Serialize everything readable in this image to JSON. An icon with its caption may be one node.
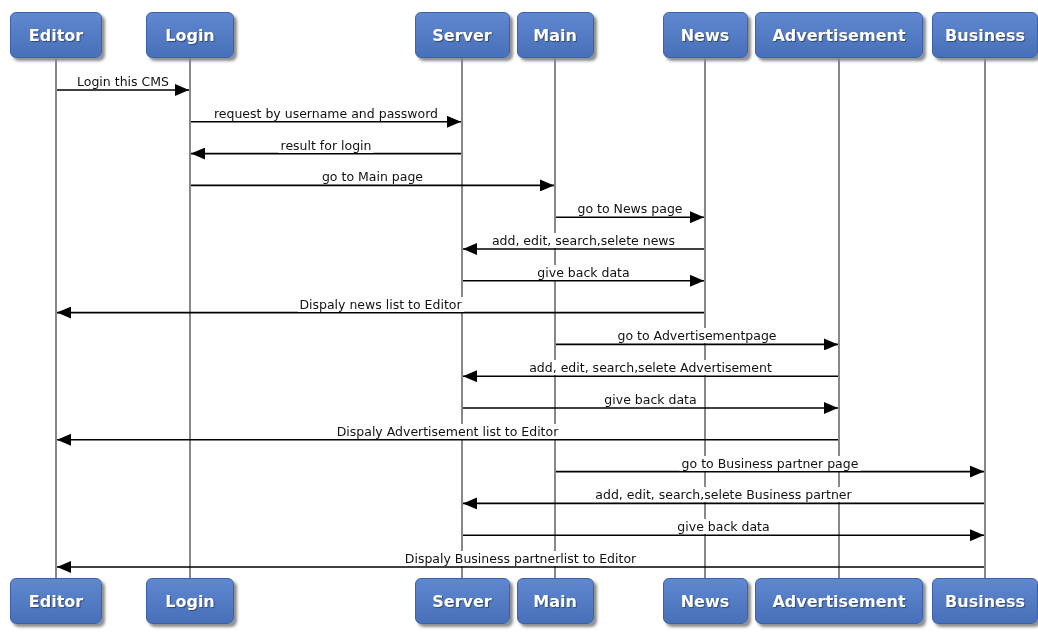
{
  "diagram": {
    "nodes": [
      {
        "text": [
          "Editor"
        ]
      },
      {
        "text": [
          "Login"
        ]
      },
      {
        "text": [
          "Server"
        ]
      },
      {
        "text": [
          "Main"
        ]
      },
      {
        "text": [
          "News"
        ]
      },
      {
        "text": [
          "Advertisement"
        ]
      },
      {
        "text": [
          "Business"
        ]
      },
      {
        "text": [],
        "shape": "bar"
      },
      {
        "text": [],
        "shape": "bar"
      },
      {
        "text": [],
        "shape": "bar"
      },
      {
        "text": [],
        "shape": "bar"
      },
      {
        "text": [],
        "shape": "bar"
      },
      {
        "text": [],
        "shape": "bar"
      },
      {
        "text": [],
        "shape": "bar"
      },
      {
        "text": [
          "Editor"
        ]
      },
      {
        "text": [
          "Login"
        ]
      },
      {
        "text": [
          "Server"
        ]
      },
      {
        "text": [
          "Main"
        ]
      },
      {
        "text": [
          "News"
        ]
      },
      {
        "text": [
          "Advertisement"
        ]
      },
      {
        "text": [
          "Business"
        ]
      }
    ],
    "edges": [
      {
        "from": 7,
        "to": 8,
        "arrow": "to",
        "label": "Login this CMS"
      },
      {
        "from": 8,
        "to": 9,
        "arrow": "to",
        "label": "request by username and password"
      },
      {
        "from": 9,
        "to": 8,
        "arrow": "to",
        "label": "result for login"
      },
      {
        "from": 8,
        "to": 10,
        "arrow": "to",
        "label": "go to Main page"
      },
      {
        "from": 10,
        "to": 11,
        "arrow": "to",
        "label": "go to News page"
      },
      {
        "from": 11,
        "to": 9,
        "arrow": "to",
        "label": "add, edit, search,selete news"
      },
      {
        "from": 9,
        "to": 11,
        "arrow": "to",
        "label": "give back data"
      },
      {
        "from": 11,
        "to": 7,
        "arrow": "to",
        "label": "Dispaly news list to Editor"
      },
      {
        "from": 10,
        "to": 12,
        "arrow": "to",
        "label": "go to Advertisementpage"
      },
      {
        "from": 12,
        "to": 9,
        "arrow": "to",
        "label": "add, edit, search,selete Advertisement"
      },
      {
        "from": 9,
        "to": 12,
        "arrow": "to",
        "label": "give back data"
      },
      {
        "from": 12,
        "to": 7,
        "arrow": "to",
        "label": "Dispaly Advertisement list to Editor"
      },
      {
        "from": 10,
        "to": 13,
        "arrow": "to",
        "label": "go to Business partner page"
      },
      {
        "from": 13,
        "to": 9,
        "arrow": "to",
        "label": "add, edit, search,selete Business partner"
      },
      {
        "from": 9,
        "to": 13,
        "arrow": "to",
        "label": "give back data"
      },
      {
        "from": 13,
        "to": 7,
        "arrow": "to",
        "label": "Dispaly Business partnerlist to Editor"
      }
    ]
  }
}
